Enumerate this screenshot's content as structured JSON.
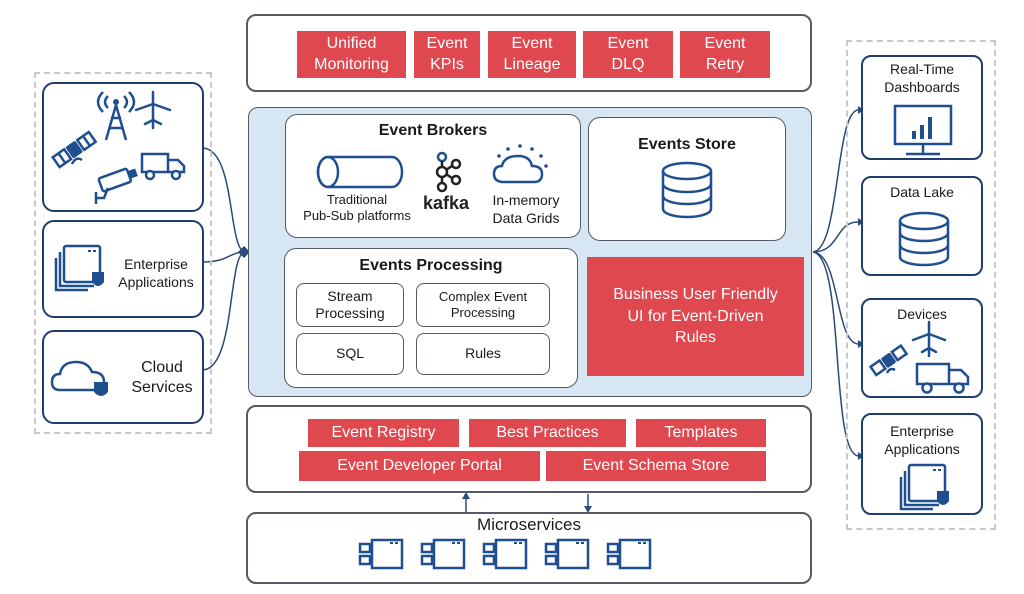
{
  "top_bar": {
    "tiles": [
      {
        "line1": "Unified",
        "line2": "Monitoring"
      },
      {
        "line1": "Event",
        "line2": "KPIs"
      },
      {
        "line1": "Event",
        "line2": "Lineage"
      },
      {
        "line1": "Event",
        "line2": "DLQ"
      },
      {
        "line1": "Event",
        "line2": "Retry"
      }
    ]
  },
  "sources": {
    "enterprise_line1": "Enterprise",
    "enterprise_line2": "Applications",
    "cloud_line1": "Cloud",
    "cloud_line2": "Services"
  },
  "core": {
    "brokers_title": "Event Brokers",
    "traditional_line1": "Traditional",
    "traditional_line2": "Pub-Sub platforms",
    "kafka": "kafka",
    "inmemory_line1": "In-memory",
    "inmemory_line2": "Data Grids",
    "store_title": "Events Store",
    "processing_title": "Events Processing",
    "stream_line1": "Stream",
    "stream_line2": "Processing",
    "complex_line1": "Complex Event",
    "complex_line2": "Processing",
    "sql": "SQL",
    "rules": "Rules",
    "business_line1": "Business User Friendly",
    "business_line2": "UI for Event-Driven",
    "business_line3": "Rules"
  },
  "bottom_bar": {
    "registry": "Event Registry",
    "practices": "Best Practices",
    "templates": "Templates",
    "portal": "Event Developer Portal",
    "schema": "Event Schema Store"
  },
  "microservices": {
    "title": "Microservices"
  },
  "destinations": {
    "dashboards_line1": "Real-Time",
    "dashboards_line2": "Dashboards",
    "datalake": "Data Lake",
    "devices": "Devices",
    "enterprise_line1": "Enterprise",
    "enterprise_line2": "Applications"
  },
  "colors": {
    "accent_red": "#e0484f",
    "icon_blue": "#1f4f8f",
    "core_bg": "#d6e7f3",
    "border_gray": "#555a63"
  }
}
